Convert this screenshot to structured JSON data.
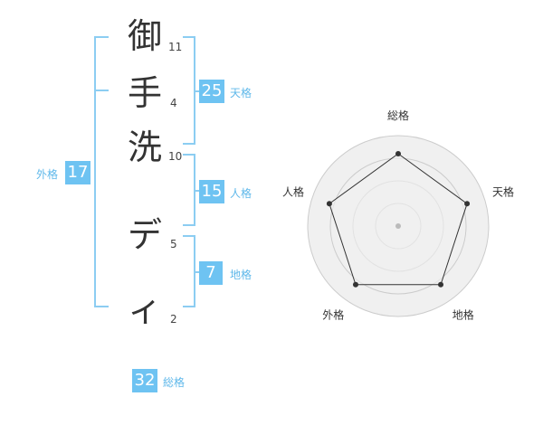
{
  "name": {
    "chars": [
      {
        "char": "御",
        "strokes": "11"
      },
      {
        "char": "手",
        "strokes": "4"
      },
      {
        "char": "洗",
        "strokes": "10"
      },
      {
        "char": "デ",
        "strokes": "5"
      },
      {
        "char": "ィ",
        "strokes": "2"
      }
    ]
  },
  "fortunes": {
    "tenkaku": {
      "value": "25",
      "label": "天格"
    },
    "jinkaku": {
      "value": "15",
      "label": "人格"
    },
    "chikaku": {
      "value": "7",
      "label": "地格"
    },
    "gaikaku": {
      "value": "17",
      "label": "外格"
    },
    "soukaku": {
      "value": "32",
      "label": "総格"
    }
  },
  "chart_data": {
    "type": "radar",
    "axes": [
      "総格",
      "天格",
      "地格",
      "外格",
      "人格"
    ],
    "values": [
      1.0,
      1.0,
      1.0,
      1.0,
      1.0
    ],
    "rings": 4,
    "colors": {
      "fill": "#f0f0f0",
      "ring": "#cccccc",
      "line": "#333333",
      "dot": "#333333",
      "center": "#bbbbbb"
    }
  },
  "colors": {
    "accent": "#6ec3f2",
    "bracket": "#8ccdf2"
  }
}
